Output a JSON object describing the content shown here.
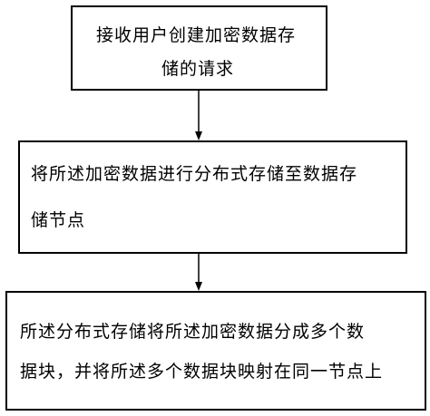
{
  "steps": [
    {
      "line1": "接收用户创建加密数据存",
      "line2": "储的请求"
    },
    {
      "line1": "将所述加密数据进行分布式存储至数据存",
      "line2": "储节点"
    },
    {
      "line1": "所述分布式存储将所述加密数据分成多个数",
      "line2": "据块，并将所述多个数据块映射在同一节点上"
    }
  ]
}
